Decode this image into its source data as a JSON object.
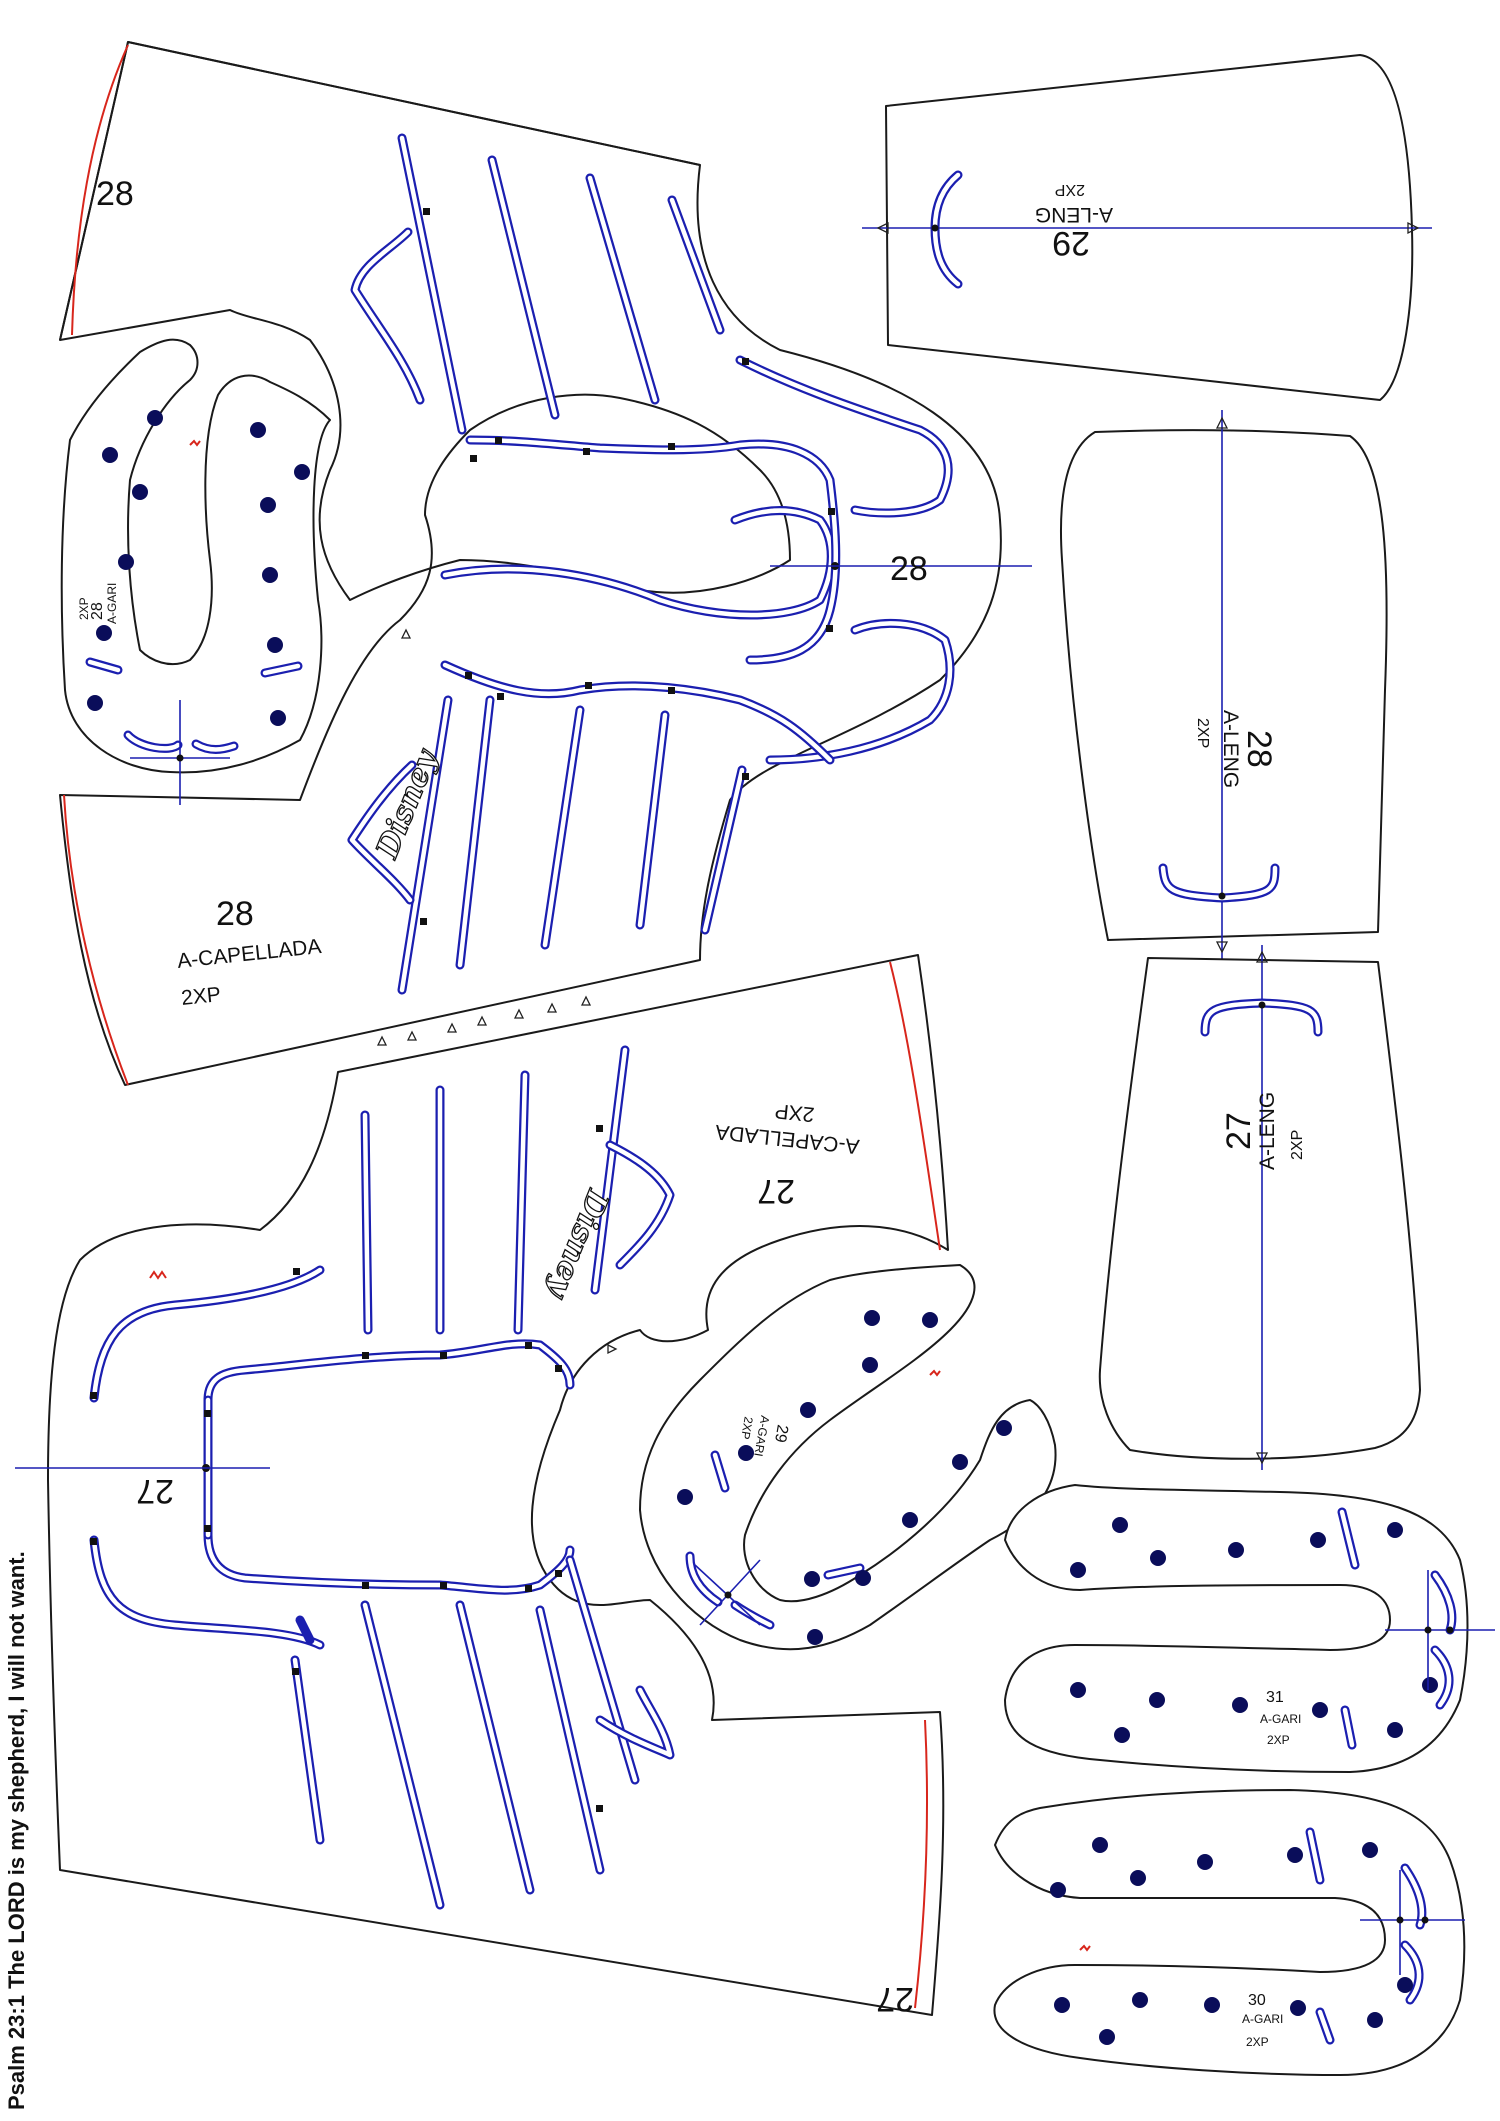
{
  "verse": "Psalm 23:1 The LORD is my shepherd, I will not want.",
  "logo_text": "Disney",
  "colors": {
    "outline": "#1a1a1a",
    "slot": "#1b1fb0",
    "edge": "#d8261c",
    "hole": "#0a0d5a"
  },
  "pieces": {
    "capellada_28": {
      "size_corner": "28",
      "size_center": "28",
      "size_label": "28",
      "name": "A-CAPELLADA",
      "qty": "2XP"
    },
    "capellada_27": {
      "size_corner": "27",
      "size_center": "27",
      "size_label": "27",
      "name": "A-CAPELLADA",
      "qty": "2XP"
    },
    "leng_29": {
      "size": "29",
      "name": "A-LENG",
      "qty": "2XP"
    },
    "leng_28": {
      "size": "28",
      "name": "A-LENG",
      "qty": "2XP"
    },
    "leng_27": {
      "size": "27",
      "name": "A-LENG",
      "qty": "2XP"
    },
    "gari_28": {
      "size": "28",
      "name": "A-GARI",
      "qty": "2XP"
    },
    "gari_29": {
      "size": "29",
      "name": "A-GARI",
      "qty": "2XP"
    },
    "gari_31": {
      "size": "31",
      "name": "A-GARI",
      "qty": "2XP"
    },
    "gari_30": {
      "size": "30",
      "name": "A-GARI",
      "qty": "2XP"
    }
  }
}
